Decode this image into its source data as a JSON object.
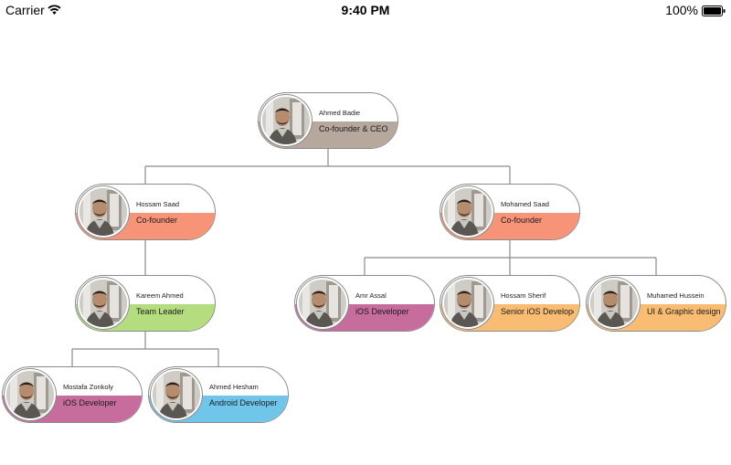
{
  "status_bar": {
    "carrier": "Carrier",
    "time": "9:40 PM",
    "battery": "100%"
  },
  "org": {
    "line_color": "#8a8a8a",
    "nodes": [
      {
        "id": "ceo",
        "name": "Ahmed Badie",
        "title": "Co-founder & CEO",
        "color": "#b7a89e"
      },
      {
        "id": "cofounder-left",
        "name": "Hossam Saad",
        "title": "Co-founder",
        "color": "#f79477"
      },
      {
        "id": "cofounder-right",
        "name": "Mohamed Saad",
        "title": "Co-founder",
        "color": "#f79477"
      },
      {
        "id": "team-leader",
        "name": "Kareem Ahmed",
        "title": "Team Leader",
        "color": "#b4dd7f"
      },
      {
        "id": "ios-dev-1",
        "name": "Amr Assal",
        "title": "iOS Developer",
        "color": "#c66d9e"
      },
      {
        "id": "senior-ios",
        "name": "Hossam Sherif",
        "title": "Senior iOS Developer",
        "color": "#f8bd72"
      },
      {
        "id": "ui-designer",
        "name": "Muhamed Hussein",
        "title": "UI & Graphic designer",
        "color": "#f8bd72"
      },
      {
        "id": "ios-dev-2",
        "name": "Mostafa Zonkoly",
        "title": "iOS Developer",
        "color": "#c66d9e"
      },
      {
        "id": "android-dev",
        "name": "Ahmed Hesham",
        "title": "Android Developer",
        "color": "#6fc6ea"
      }
    ]
  }
}
